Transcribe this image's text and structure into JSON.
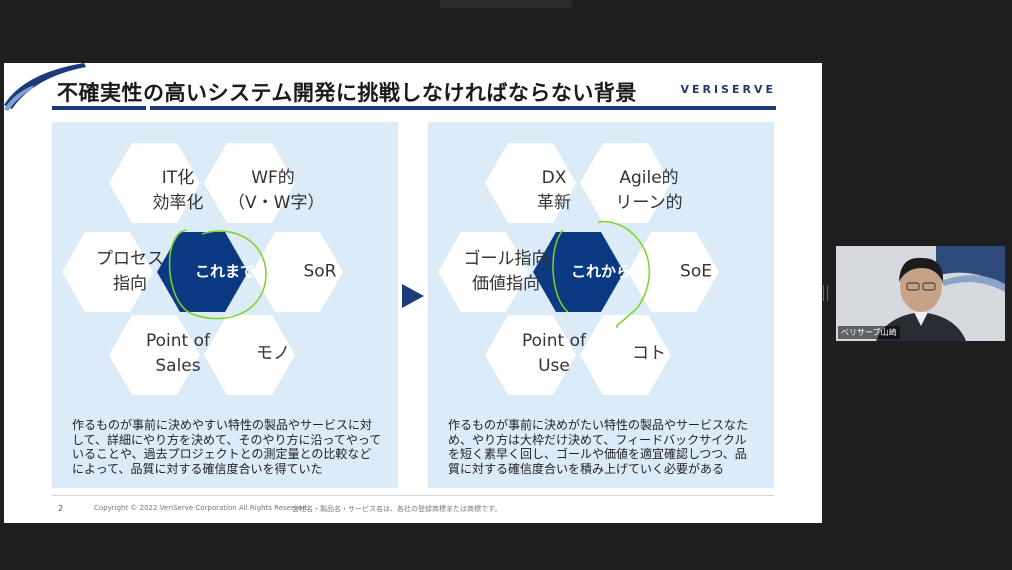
{
  "slide": {
    "title": "不確実性の高いシステム開発に挑戦しなければならない背景",
    "brand": "VERISERVE",
    "page_number": "2",
    "copyright": "Copyright © 2022 VeriServe Corporation All Rights Reserved",
    "disclaimer": "会社名・製品名・サービス名は、各社の登録商標または商標です。",
    "left_panel": {
      "hexes": {
        "top_left": [
          "IT化",
          "効率化"
        ],
        "top_right": [
          "WF的",
          "（V・W字）"
        ],
        "mid_left": [
          "プロセス",
          "指向"
        ],
        "center": "これまで",
        "mid_right": "SoR",
        "bottom_left": [
          "Point of",
          "Sales"
        ],
        "bottom_right": "モノ"
      },
      "description": "作るものが事前に決めやすい特性の製品やサービスに対して、詳細にやり方を決めて、そのやり方に沿ってやっていることや、過去プロジェクトとの測定量との比較などによって、品質に対する確信度合いを得ていた"
    },
    "right_panel": {
      "hexes": {
        "top_left": [
          "DX",
          "革新"
        ],
        "top_right": [
          "Agile的",
          "リーン的"
        ],
        "mid_left": [
          "ゴール指向",
          "価値指向"
        ],
        "center": "これから",
        "mid_right": "SoE",
        "bottom_left": [
          "Point of",
          "Use"
        ],
        "bottom_right": "コト"
      },
      "description": "作るものが事前に決めがたい特性の製品やサービスなため、やり方は大枠だけ決めて、フィードバックサイクルを短く素早く回し、ゴールや価値を適宜確認しつつ、品質に対する確信度合いを積み上げていく必要がある"
    },
    "colors": {
      "accent": "#1b3a78",
      "panel_bg": "#dcebf8",
      "hex_light": "#ffffff",
      "hex_dark": "#0b3a82",
      "annotation": "#7ed321"
    }
  },
  "video": {
    "participant_name": "ベリサーブ山崎"
  }
}
